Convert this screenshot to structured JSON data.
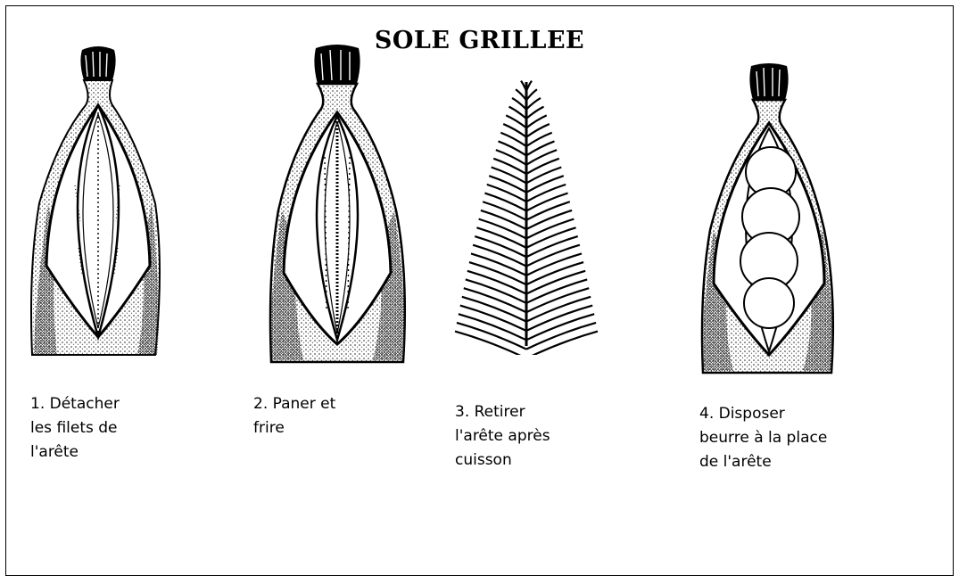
{
  "title": "SOLE GRILLEE",
  "steps": [
    {
      "lines": [
        "1. Détacher",
        "les filets de",
        "l'arête"
      ],
      "icon": "fish-fillets-icon"
    },
    {
      "lines": [
        "2. Paner et",
        "frire"
      ],
      "icon": "breaded-fish-icon"
    },
    {
      "lines": [
        "3. Retirer",
        "l'arête après",
        "cuisson"
      ],
      "icon": "fish-bone-icon"
    },
    {
      "lines": [
        "4. Disposer",
        "beurre à la place",
        "de l'arête"
      ],
      "icon": "fish-with-butter-icon"
    }
  ],
  "colors": {
    "ink": "#000000",
    "paper": "#ffffff",
    "stipple": "#333333"
  }
}
